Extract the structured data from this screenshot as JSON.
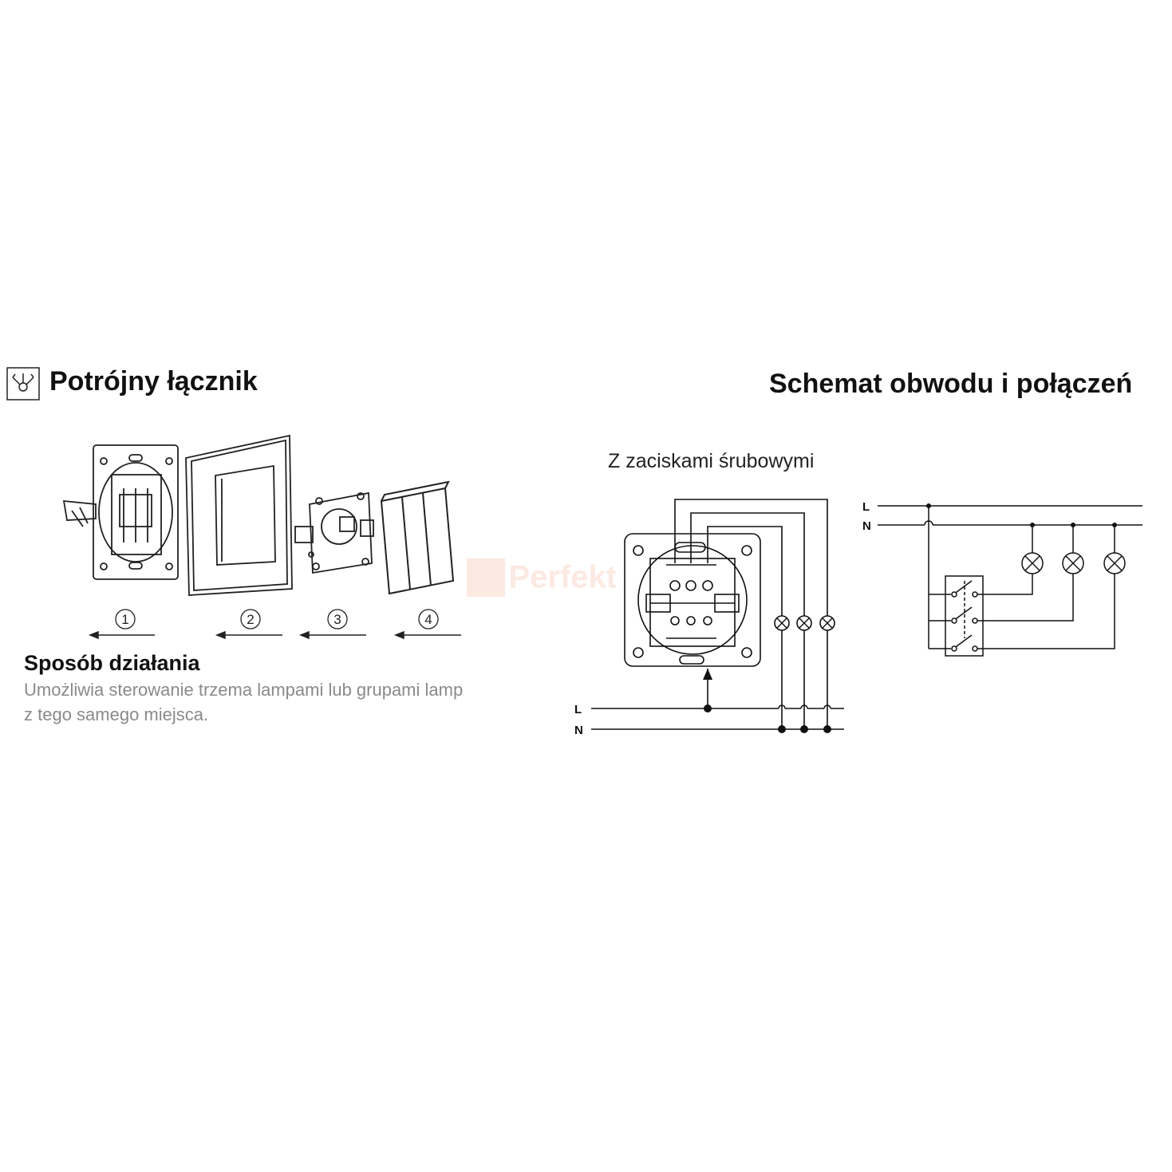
{
  "header": {
    "title": "Potrójny łącznik",
    "right_title": "Schemat obwodu i połączeń"
  },
  "assembly": {
    "steps": [
      "1",
      "2",
      "3",
      "4"
    ]
  },
  "operation": {
    "heading": "Sposób działania",
    "description_line1": "Umożliwia sterowanie trzema lampami lub grupami lamp",
    "description_line2": "z tego samego miejsca."
  },
  "wiring": {
    "subtitle": "Z zaciskami śrubowymi",
    "line_label": "L",
    "neutral_label": "N"
  },
  "schematic": {
    "line_label": "L",
    "neutral_label": "N"
  },
  "watermark": "Perfekt"
}
